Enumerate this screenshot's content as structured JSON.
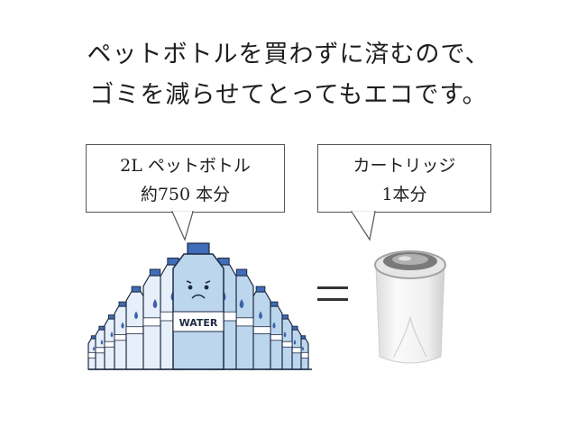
{
  "headline": {
    "line1": "ペットボトルを買わずに済むので、",
    "line2": "ゴミを減らせてとってもエコです。"
  },
  "bottles_bubble": {
    "line1": "2L ペットボトル",
    "line2": "約750 本分"
  },
  "cartridge_bubble": {
    "line1": "カートリッジ",
    "line2": "1本分"
  },
  "bottle_label": "WATER",
  "colors": {
    "bottle_blue": "#bcd6ee",
    "bottle_light": "#e7f0fa",
    "drop_blue": "#3d63a8",
    "cap_blue": "#3f6db8",
    "cartridge_body": "#f3f3f3",
    "cartridge_rim": "#9a9a9a"
  }
}
